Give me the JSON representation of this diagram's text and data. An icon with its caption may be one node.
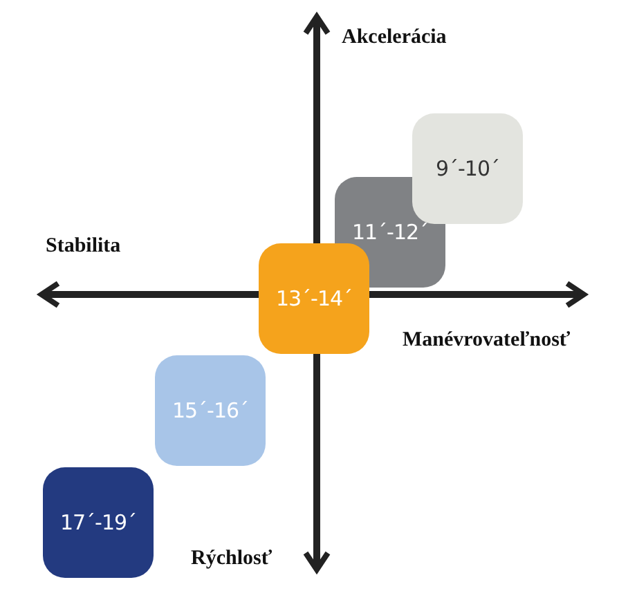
{
  "diagram": {
    "nodes": [
      {
        "text": [
          "9´-10´"
        ]
      },
      {
        "text": [
          "11´-12´"
        ]
      },
      {
        "text": [
          "13´-14´"
        ]
      },
      {
        "text": [
          "15´-16´"
        ]
      },
      {
        "text": [
          "17´-19´"
        ]
      }
    ],
    "labels": [
      "Akcelerácia",
      "Stabilita",
      "Manévrovateľnosť",
      "Rýchlosť"
    ]
  }
}
